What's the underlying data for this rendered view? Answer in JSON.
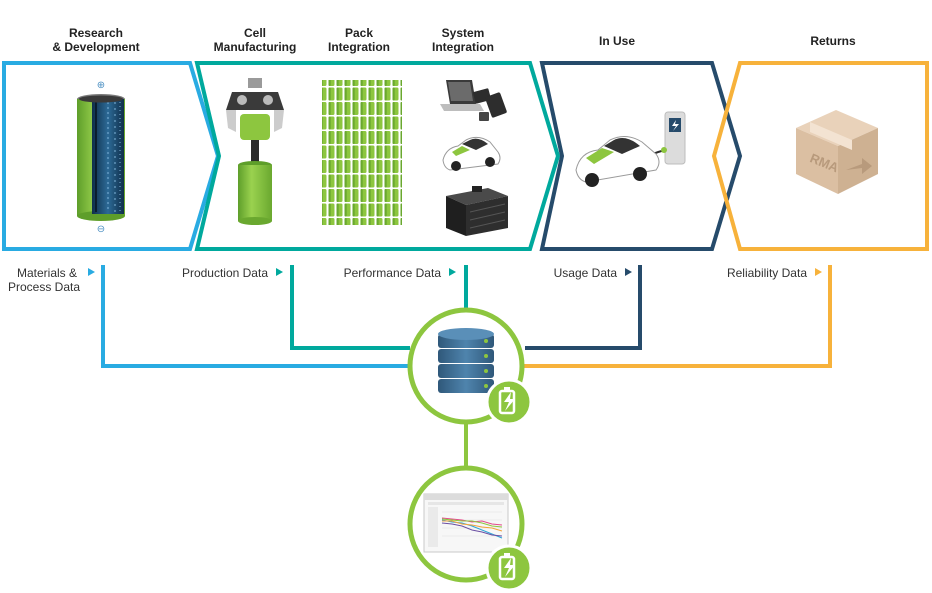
{
  "stages": [
    {
      "title_lines": [
        "Research",
        "& Development"
      ]
    },
    {
      "title_lines": [
        "Cell",
        "Manufacturing"
      ]
    },
    {
      "title_lines": [
        "Pack",
        "Integration"
      ]
    },
    {
      "title_lines": [
        "System",
        "Integration"
      ]
    },
    {
      "title_lines": [
        "In Use"
      ]
    },
    {
      "title_lines": [
        "Returns"
      ]
    }
  ],
  "data_streams": [
    {
      "label_lines": [
        "Materials &",
        "Process Data"
      ],
      "color": "#29abe2"
    },
    {
      "label_lines": [
        "Production Data"
      ],
      "color": "#00a99d"
    },
    {
      "label_lines": [
        "Performance Data"
      ],
      "color": "#00a99d"
    },
    {
      "label_lines": [
        "Usage Data"
      ],
      "color": "#264b6b"
    },
    {
      "label_lines": [
        "Reliability Data"
      ],
      "color": "#f7b23b"
    }
  ],
  "box_label": "RMA",
  "colors": {
    "blue": "#29abe2",
    "teal": "#00a99d",
    "navy": "#264b6b",
    "orange": "#f7b23b",
    "green": "#8dc63f",
    "dark": "#2d2d2d"
  },
  "icons": {
    "database": "database-icon",
    "battery_badge": "battery-charging-icon",
    "dashboard": "analytics-dashboard-icon"
  }
}
